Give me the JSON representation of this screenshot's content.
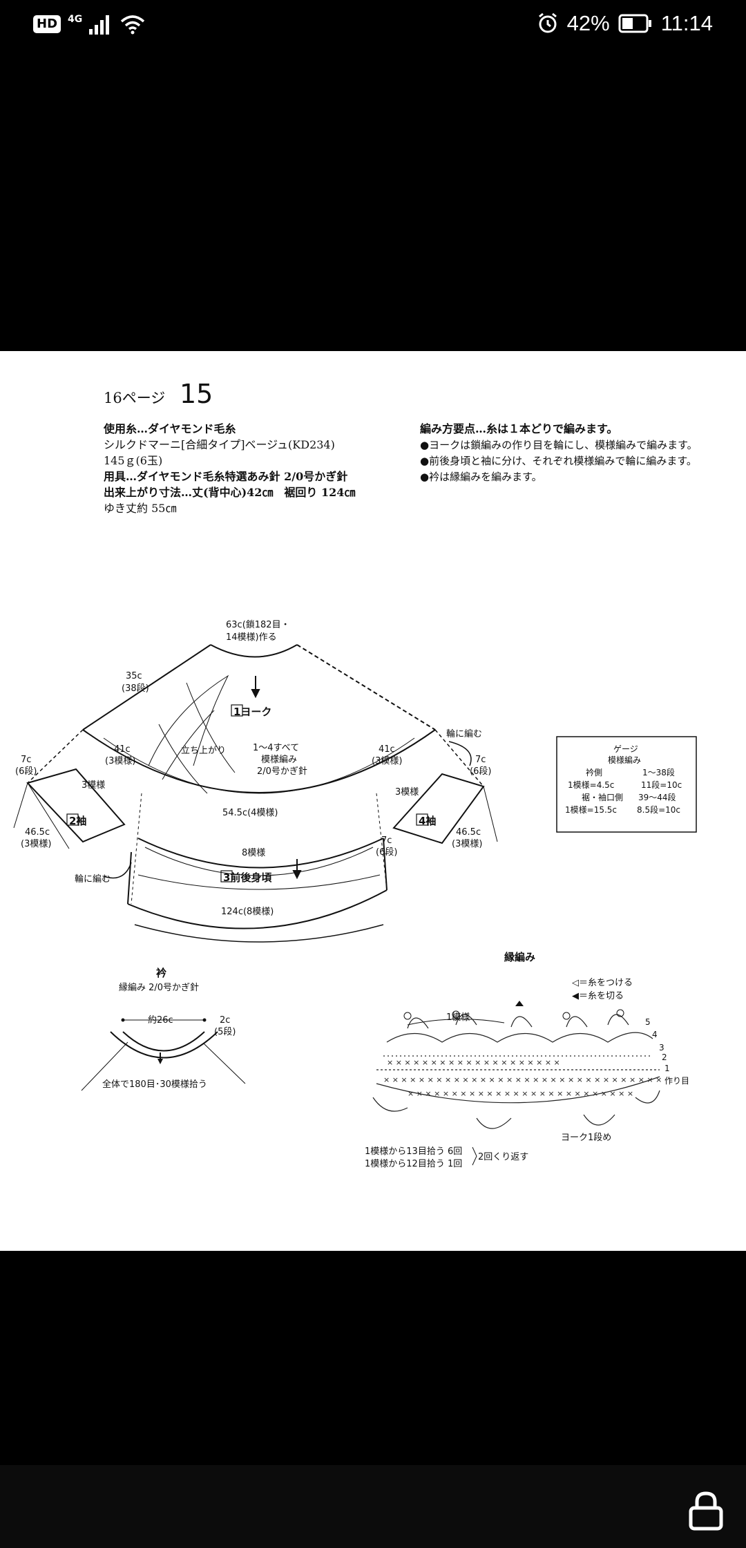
{
  "status_bar": {
    "hd": "HD",
    "network": "4G",
    "icons": [
      "signal-icon",
      "wifi-icon",
      "alarm-icon",
      "battery-icon"
    ],
    "battery": "42%",
    "time": "11:14"
  },
  "page": {
    "page_ref": "16ページ",
    "number": "15",
    "materials": [
      "使用糸…ダイヤモンド毛糸",
      "シルクドマーニ[合細タイプ]ベージュ(KD234)",
      "145ｇ(6玉)",
      "用具…ダイヤモンド毛糸特選あみ針 2/0号かぎ針",
      "出来上がり寸法…丈(背中心)42㎝　裾回り 124㎝",
      "ゆき丈約 55㎝"
    ],
    "points": [
      "編み方要点…糸は１本どりで編みます。",
      "●ヨークは鎖編みの作り目を輪にし、模様編みで編みます。",
      "●前後身頃と袖に分け、それぞれ模様編みで輪に編みます。",
      "●衿は縁編みを編みます。"
    ],
    "diagram": {
      "top1": "63c(鎖182目・",
      "top2": "14模様)作る",
      "c35": "35c",
      "r38": "(38段)",
      "yoke": "1ヨーク",
      "tachiagari": "立ち上がり",
      "note1": "1～4すべて",
      "note2": "模様編み",
      "note3": "2/0号かぎ針",
      "l41": "41c",
      "l41b": "(3模様)",
      "r41": "41c",
      "r41b": "(3模様)",
      "wa_right": "輪に編む",
      "l7c": "7c",
      "l6": "(6段)",
      "r7c": "7c",
      "r6": "(6段)",
      "l3m": "3模様",
      "r3m": "3模様",
      "sleeve_l": "2袖",
      "sleeve_r": "4袖",
      "l46": "46.5c",
      "l46b": "(3模様)",
      "r46": "46.5c",
      "r46b": "(3模様)",
      "c545": "54.5c(4模様)",
      "m8": "8模様",
      "r7c2": "7c",
      "r62": "(6段)",
      "body": "3前後身頃",
      "wa_left": "輪に編む",
      "c124": "124c(8模様)"
    },
    "gauge": {
      "title": "ゲージ",
      "sub": "模様編み",
      "rows": [
        [
          "衿側",
          "1～38段"
        ],
        [
          "1模様=4.5c",
          "11段=10c"
        ],
        [
          "裾・袖口側",
          "39～44段"
        ],
        [
          "1模様=15.5c",
          "8.5段=10c"
        ]
      ]
    },
    "collar": {
      "title": "衿",
      "sub": "縁編み 2/0号かぎ針",
      "w": "約26c",
      "h": "2c",
      "h2": "(5段)",
      "pick": "全体で180目･30模様拾う"
    },
    "edging": {
      "title": "縁編み",
      "leg1": "◁＝糸をつける",
      "leg2": "◀＝糸を切る",
      "one_motif": "1模様",
      "rows": [
        "5",
        "4",
        "3",
        "2",
        "1"
      ],
      "foundation": "作り目",
      "yoke_row": "ヨーク1段め",
      "pick1": "1模様から13目拾う 6回",
      "pick2": "1模様から12目拾う 1回",
      "repeat": "2回くり返す"
    }
  }
}
